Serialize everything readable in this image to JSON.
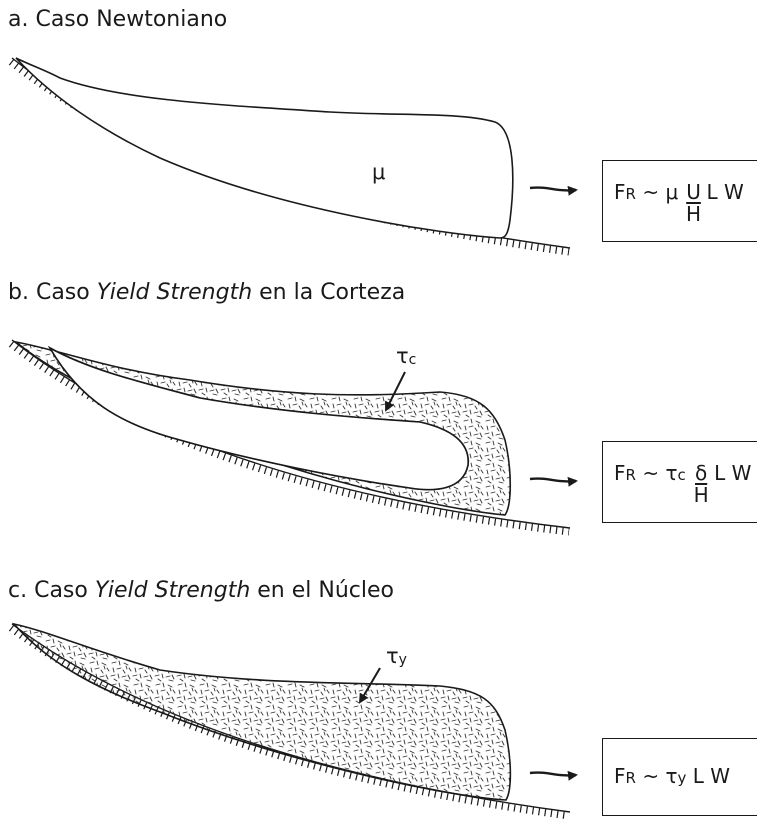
{
  "panels": [
    {
      "heading_prefix": "a. Caso Newtoniano",
      "heading_italic": "",
      "heading_suffix": "",
      "symbol": "μ",
      "symbol_sub": "",
      "formula": {
        "lhs_main": "F",
        "lhs_sub": "R",
        "rel": "~",
        "coef": "μ",
        "coef_sub": "",
        "frac_num": "U",
        "frac_den": "H",
        "tail": "L W"
      }
    },
    {
      "heading_prefix": "b. Caso ",
      "heading_italic": "Yield Strength",
      "heading_suffix": " en la Corteza",
      "symbol": "τ",
      "symbol_sub": "c",
      "formula": {
        "lhs_main": "F",
        "lhs_sub": "R",
        "rel": "~",
        "coef": "τ",
        "coef_sub": "c",
        "frac_num": "δ",
        "frac_den": "H",
        "tail": "L W"
      }
    },
    {
      "heading_prefix": "c. Caso ",
      "heading_italic": "Yield Strength",
      "heading_suffix": " en el Núcleo",
      "symbol": "τ",
      "symbol_sub": "y",
      "formula": {
        "lhs_main": "F",
        "lhs_sub": "R",
        "rel": "~",
        "coef": "τ",
        "coef_sub": "y",
        "frac_num": "",
        "frac_den": "",
        "tail": "L W"
      }
    }
  ],
  "colors": {
    "ink": "#1a1a1a",
    "fill": "#ffffff",
    "texture": "#333333"
  }
}
